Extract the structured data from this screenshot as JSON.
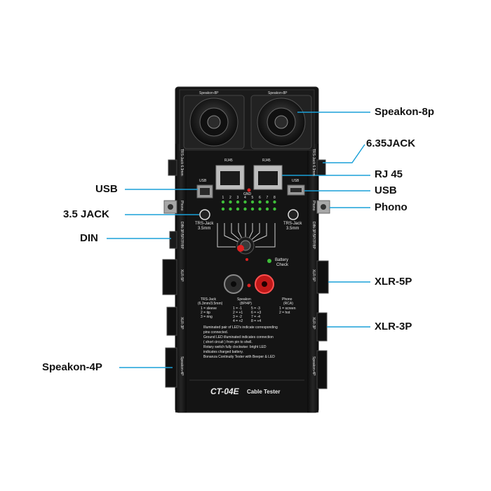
{
  "callouts": {
    "speakon_8p": "Speakon-8p",
    "jack_635": "6.35JACK",
    "rj45": "RJ 45",
    "usb_right": "USB",
    "phono": "Phono",
    "usb_left": "USB",
    "jack_35": "3.5 JACK",
    "din": "DIN",
    "xlr_5p": "XLR-5P",
    "xlr_3p": "XLR-3P",
    "speakon_4p": "Speakon-4P"
  },
  "device": {
    "speakon_left_label": "Speakon-8P",
    "speakon_right_label": "Speakon-8P",
    "rj45_left_label": "RJ45",
    "rj45_right_label": "RJ45",
    "gnd_label": "GND",
    "usb_left_label": "USB",
    "usb_right_label": "USB",
    "led_numbers": [
      "1",
      "2",
      "3",
      "4",
      "5",
      "6",
      "7",
      "8"
    ],
    "trs_left": "TRS-Jack",
    "trs_left_size": "3.5mm",
    "trs_right": "TRS-Jack",
    "trs_right_size": "3.5mm",
    "battery_check": "Battery",
    "battery_check2": "Check",
    "side_left": {
      "trs": "TRS-Jack 6.3mm",
      "phono": "Phono",
      "din": "DIN-3P/5P/7P/8P",
      "xlr5": "XLR-5P",
      "xlr3": "XLR-3P",
      "speakon4": "Speakon-4P"
    },
    "side_right": {
      "trs": "TRS-Jack 6.3mm",
      "phono": "Phono",
      "din": "DIN-3P/5P/7P/8P",
      "xlr5": "XLR-5P",
      "xlr3": "XLR-3P",
      "speakon4": "Speakon-4P"
    },
    "legend": {
      "trs_title": "TRS-Jack",
      "trs_sub": "(6.3mm/3.5mm)",
      "trs_lines": [
        "1 = sleeve",
        "2 = tip",
        "3 = ring"
      ],
      "speakon_title": "Speakon",
      "speakon_sub": "(8P/4P)",
      "speakon_lines": [
        "1 = -1",
        "2 = +1",
        "3 = -2",
        "4 = +2"
      ],
      "speakon_lines2": [
        "5 = -3",
        "6 = +3",
        "7 = -4",
        "8 = +4"
      ],
      "phono_title": "Phono",
      "phono_sub": "(RCA)",
      "phono_lines": [
        "1 = screen",
        "2 = hot"
      ]
    },
    "notes": [
      "Illuminated pair of LED's indicate corresponding",
      "pins connected.",
      "Ground LED illuminated indicates connection",
      "( short circuit ) from pin to shell.",
      "Rotary switch fully clockwise: bright LED",
      "indicates charged battery.",
      "Bonanza Continuity Tester with Beeper & LED"
    ],
    "model": "CT-04E",
    "model_desc": "Cable Tester"
  },
  "colors": {
    "callout_line": "#1aa0d8",
    "led_green": "#3fbf3a",
    "led_red": "#e02020",
    "body": "#121212"
  }
}
